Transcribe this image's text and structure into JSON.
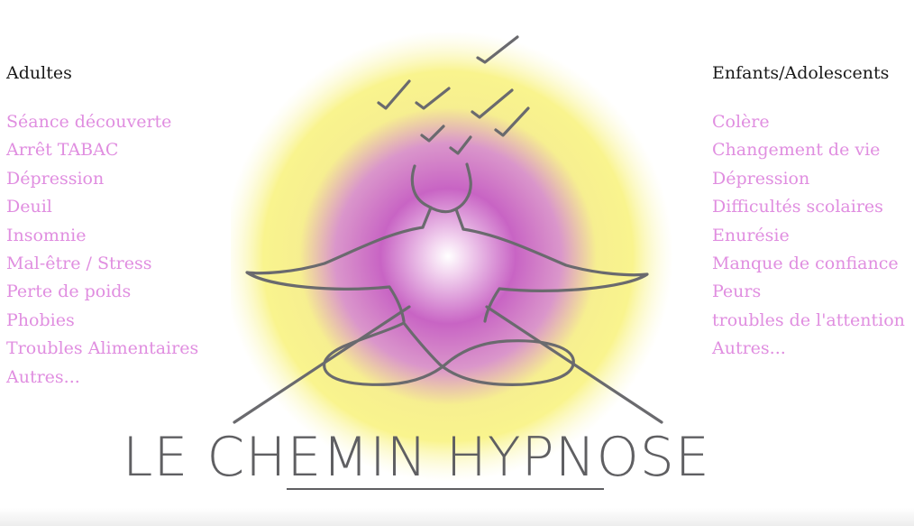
{
  "adults": {
    "heading": "Adultes",
    "items": [
      "Séance découverte",
      "Arrêt TABAC",
      "Dépression",
      "Deuil",
      "Insomnie",
      "Mal-être / Stress",
      "Perte de poids",
      "Phobies",
      "Troubles Alimentaires",
      "Autres..."
    ]
  },
  "children": {
    "heading": "Enfants/Adolescents",
    "items": [
      "Colère",
      "Changement de vie",
      "Dépression",
      "Difficultés scolaires",
      "Enurésie",
      "Manque de confiance",
      "Peurs",
      "troubles de l'attention",
      "Autres..."
    ]
  },
  "logo": {
    "title": "LE CHEMIN HYPNOSE",
    "icon": "meditating-figure-icon"
  },
  "colors": {
    "link": "#e08ee0",
    "heading": "#1a1a1a",
    "logo_gray": "#5f5f62",
    "glow_yellow": "#f8f06a",
    "glow_magenta": "#c060c0"
  }
}
